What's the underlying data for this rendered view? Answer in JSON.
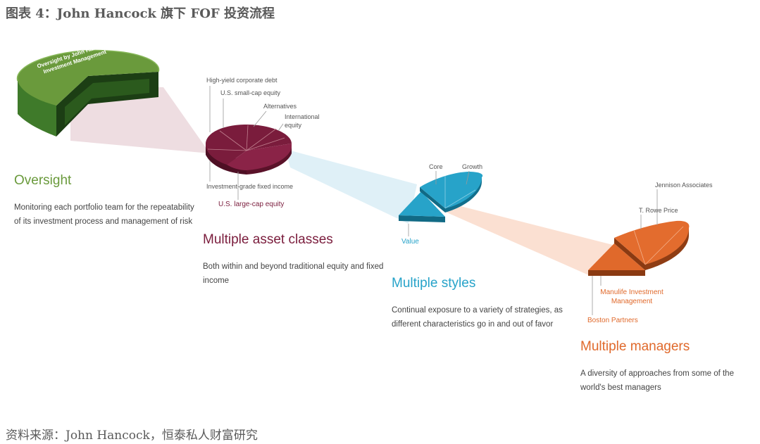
{
  "figure": {
    "title": "图表 4：John Hancock 旗下 FOF 投资流程",
    "source": "资料来源：John Hancock，恒泰私人财富研究"
  },
  "colors": {
    "oversight": "#6a9a3c",
    "asset_classes": "#7a1c3c",
    "styles": "#27a3c9",
    "managers": "#e0692b"
  },
  "oversight": {
    "disk_label": "Oversight by John Hancock Investment Management",
    "title": "Oversight",
    "desc": "Monitoring each portfolio team for the repeatability of its investment process and management of risk"
  },
  "asset_classes": {
    "labels": {
      "high_yield": "High-yield corporate debt",
      "small_cap": "U.S. small-cap equity",
      "alternatives": "Alternatives",
      "international": "International equity",
      "fixed_income": "Investment-grade fixed income",
      "large_cap": "U.S. large-cap equity"
    },
    "title": "Multiple asset classes",
    "desc": "Both within and beyond traditional equity and fixed income"
  },
  "styles": {
    "labels": {
      "core": "Core",
      "growth": "Growth",
      "value": "Value"
    },
    "title": "Multiple styles",
    "desc": "Continual exposure to a variety of strategies, as different characteristics go in and out of favor"
  },
  "managers": {
    "labels": {
      "jennison": "Jennison Associates",
      "t_rowe": "T. Rowe Price",
      "manulife": "Manulife Investment Management",
      "boston": "Boston Partners"
    },
    "title": "Multiple managers",
    "desc": "A diversity of approaches from some of the world's best managers"
  }
}
